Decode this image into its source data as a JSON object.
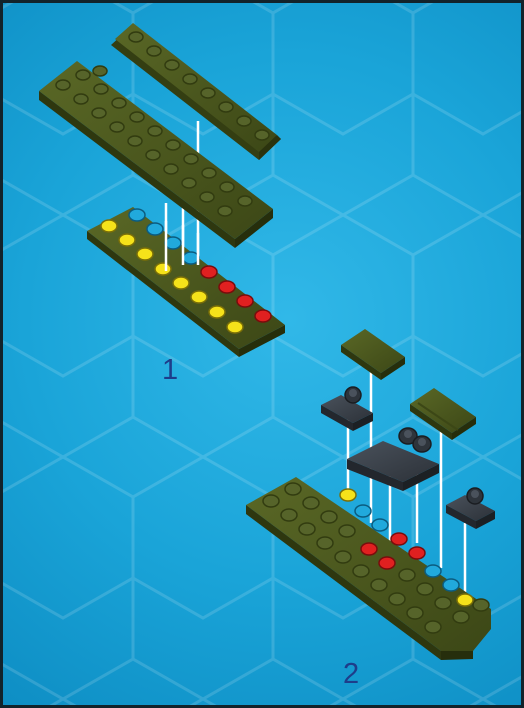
{
  "steps": [
    {
      "number": "1"
    },
    {
      "number": "2"
    }
  ],
  "colors": {
    "background": "#1aa4d8",
    "plate_green": "#4d5a1e",
    "plate_green_light": "#6a7a2c",
    "plate_dark_gray": "#3a4048",
    "marker_yellow": "#f5e21a",
    "marker_blue": "#21a9dc",
    "marker_red": "#e02020",
    "guide_line": "#ffffff",
    "step_number": "#1e3d8a"
  },
  "icons": [
    "hexagon-grid-pattern",
    "brick-plate",
    "stud-marker",
    "guide-line"
  ]
}
